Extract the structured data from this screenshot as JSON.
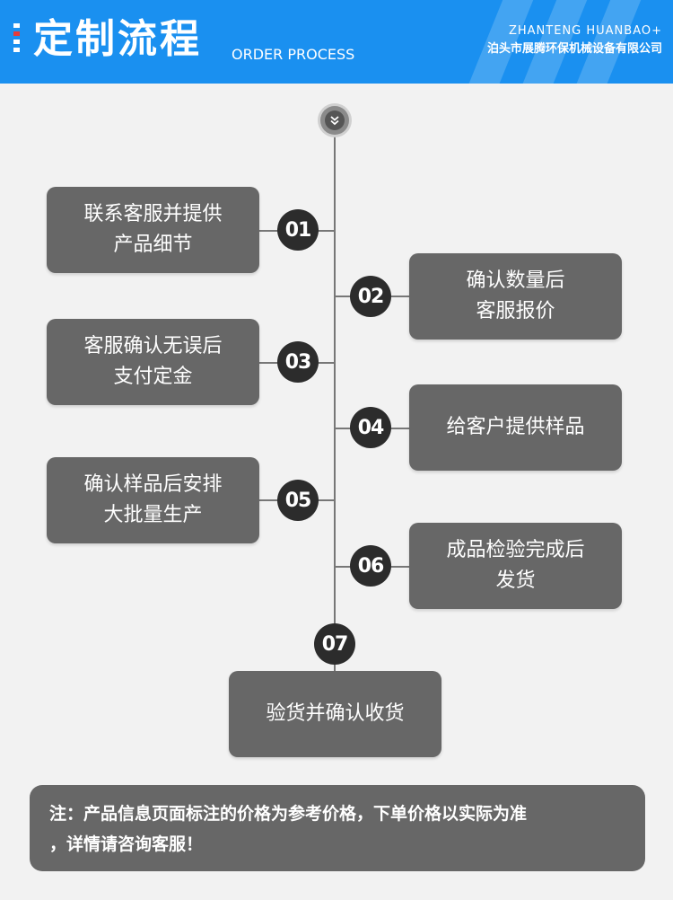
{
  "header": {
    "title": "定制流程",
    "subtitle": "ORDER PROCESS",
    "brand_en": "ZHANTENG HUANBAO+",
    "brand_cn": "泊头市展腾环保机械设备有限公司",
    "accent_color": "#1a90f0"
  },
  "timeline": {
    "top_icon": "double-chevron-down-icon",
    "steps": [
      {
        "number": "01",
        "text": "联系客服并提供\n产品细节",
        "side": "left"
      },
      {
        "number": "02",
        "text": "确认数量后\n客服报价",
        "side": "right"
      },
      {
        "number": "03",
        "text": "客服确认无误后\n支付定金",
        "side": "left"
      },
      {
        "number": "04",
        "text": "给客户提供样品",
        "side": "right"
      },
      {
        "number": "05",
        "text": "确认样品后安排\n大批量生产",
        "side": "left"
      },
      {
        "number": "06",
        "text": "成品检验完成后\n发货",
        "side": "right"
      },
      {
        "number": "07",
        "text": "验货并确认收货",
        "side": "bottom"
      }
    ]
  },
  "note": {
    "line1": "注：产品信息页面标注的价格为参考价格，下单价格以实际为准",
    "line2": "，详情请咨询客服！"
  }
}
